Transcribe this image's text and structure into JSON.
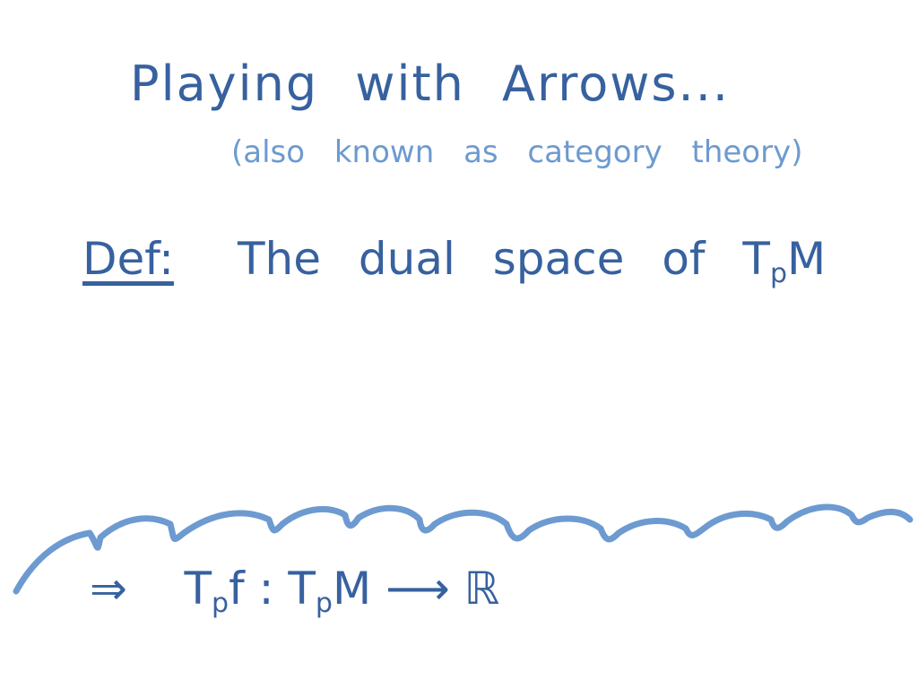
{
  "title": "Playing with Arrows...",
  "subtitle": "(also known as category theory)",
  "definition": {
    "label": "Def:",
    "text": "The dual space of",
    "symbol_main": "T",
    "symbol_sub": "p",
    "symbol_tail": "M"
  },
  "result": {
    "implies": "⇒",
    "lhs_main": "T",
    "lhs_sub": "p",
    "lhs_tail": "f",
    "colon": ":",
    "dom_main": "T",
    "dom_sub": "p",
    "dom_tail": "M",
    "arrow": "⟶",
    "codomain": "ℝ"
  },
  "colors": {
    "ink_dark": "#37619f",
    "ink_light": "#6d9ad0"
  }
}
